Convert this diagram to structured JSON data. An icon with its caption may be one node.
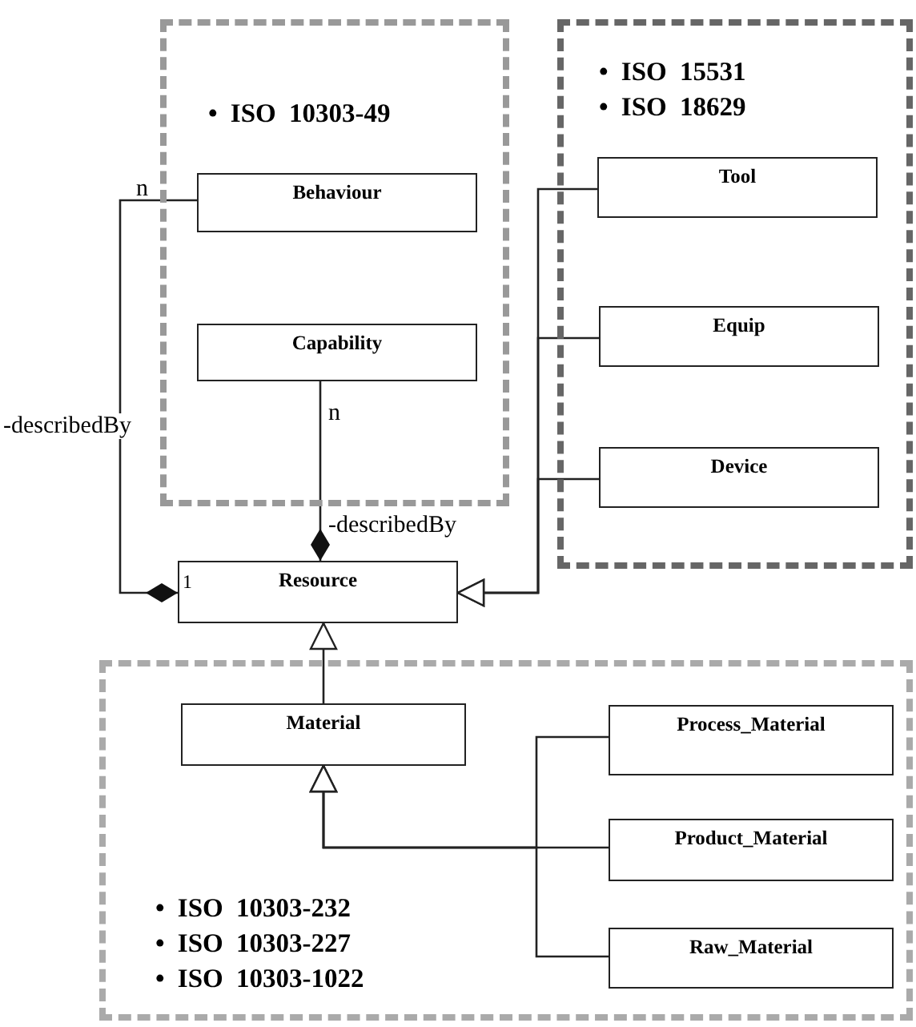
{
  "diagram": {
    "nodes": [
      {
        "text": [
          "• ISO 10303-49"
        ]
      },
      {
        "text": [
          "Behaviour"
        ],
        "in": 0
      },
      {
        "text": [
          "Capability"
        ],
        "in": 0
      },
      {
        "text": [
          "• ISO 15531",
          "• ISO 18629"
        ]
      },
      {
        "text": [
          "Tool"
        ],
        "in": 3
      },
      {
        "text": [
          "Equip"
        ],
        "in": 3
      },
      {
        "text": [
          "Device"
        ],
        "in": 3
      },
      {
        "text": [
          "Resource"
        ]
      },
      {
        "text": [
          "• ISO 10303-232",
          "• ISO 10303-227",
          "• ISO 10303-1022"
        ]
      },
      {
        "text": [
          "Material"
        ],
        "in": 8
      },
      {
        "text": [
          "Process_Material"
        ],
        "in": 8
      },
      {
        "text": [
          "Product_Material"
        ],
        "in": 8
      },
      {
        "text": [
          "Raw_Material"
        ],
        "in": 8
      }
    ],
    "edges": [
      {
        "from": 1,
        "to": 7,
        "arrow": "other",
        "label": "-describedBy"
      },
      {
        "from": 2,
        "to": 7,
        "arrow": "other",
        "label": "-describedBy"
      },
      {
        "from": 4,
        "to": 7,
        "arrow": "to"
      },
      {
        "from": 5,
        "to": 7,
        "arrow": "to"
      },
      {
        "from": 6,
        "to": 7,
        "arrow": "to"
      },
      {
        "from": 9,
        "to": 7,
        "arrow": "to"
      },
      {
        "from": 10,
        "to": 9,
        "arrow": "to"
      },
      {
        "from": 11,
        "to": 9,
        "arrow": "to"
      },
      {
        "from": 12,
        "to": 9,
        "arrow": "to"
      }
    ],
    "labels": [
      "n",
      "n",
      "1"
    ]
  }
}
